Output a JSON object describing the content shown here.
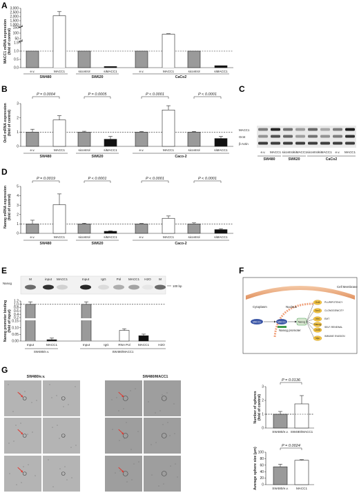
{
  "panels": {
    "A": {
      "label": "A",
      "ylabel": "MACC1 mRNA expression\n(fold of control)"
    },
    "B": {
      "label": "B",
      "ylabel": "Oct4 mRNA expression\n(fold of control)"
    },
    "C": {
      "label": "C"
    },
    "D": {
      "label": "D",
      "ylabel": "Nanog mRNA expression\n(fold of control)"
    },
    "E": {
      "label": "E",
      "ylabel": "Nanog promoter binding\n(fold of input)"
    },
    "F": {
      "label": "F"
    },
    "G": {
      "label": "G"
    }
  },
  "chart_data": [
    {
      "id": "A",
      "type": "bar",
      "categories": [
        "e.v.",
        "MACC1",
        "sicontrol",
        "siMACC1",
        "e.v.",
        "MACC1",
        "sicontrol",
        "siMACC1"
      ],
      "groups": [
        "SW480",
        "SW620",
        "CaCo2"
      ],
      "values": [
        1.0,
        2100,
        1.0,
        0.07,
        1.0,
        90,
        1.0,
        0.12
      ],
      "colors": [
        "gray",
        "white",
        "gray",
        "black",
        "gray",
        "white",
        "gray",
        "black"
      ],
      "yticks_low": [
        "0.0",
        "0.5",
        "1.0",
        "1.5"
      ],
      "yticks_high": [
        "50",
        "100",
        "150",
        "1,000",
        "1,500",
        "2,000",
        "2,500",
        "3,000"
      ]
    },
    {
      "id": "B",
      "type": "bar",
      "categories": [
        "e.v.",
        "MACC1",
        "sicontrol",
        "siMACC1",
        "e.v.",
        "MACC1",
        "sicontrol",
        "siMACC1"
      ],
      "groups": [
        "SW480",
        "SW620",
        "Caco-2"
      ],
      "values": [
        1.0,
        1.85,
        1.0,
        0.5,
        1.0,
        2.55,
        1.0,
        0.55
      ],
      "errors": [
        0.2,
        0.3,
        0.06,
        0.2,
        0.04,
        0.3,
        0.05,
        0.15
      ],
      "colors": [
        "gray",
        "white",
        "gray",
        "black",
        "gray",
        "white",
        "gray",
        "black"
      ],
      "yticks": [
        "0",
        "1",
        "2",
        "3"
      ],
      "ylim": [
        0,
        3
      ],
      "pvalues": [
        "P = 0.0004",
        "P = 0.0005",
        "P < 0.0001",
        "P < 0.0001"
      ]
    },
    {
      "id": "D",
      "type": "bar",
      "categories": [
        "e.v.",
        "MACC1",
        "sicontrol",
        "siMACC1",
        "e.v.",
        "MACC1",
        "sicontrol",
        "siMACC1"
      ],
      "groups": [
        "SW480",
        "SW620",
        "Caco-2"
      ],
      "values": [
        1.0,
        3.05,
        1.0,
        0.22,
        1.0,
        1.6,
        1.0,
        0.4
      ],
      "errors": [
        0.4,
        1.15,
        0.08,
        0.05,
        0.05,
        0.25,
        0.12,
        0.1
      ],
      "colors": [
        "gray",
        "white",
        "gray",
        "black",
        "gray",
        "white",
        "gray",
        "black"
      ],
      "yticks": [
        "0",
        "1",
        "2",
        "3",
        "4",
        "5"
      ],
      "ylim": [
        0,
        5
      ],
      "pvalues": [
        "P = 0.0019",
        "P < 0.0001",
        "P < 0.0001",
        "P < 0.0001"
      ]
    },
    {
      "id": "E",
      "type": "bar",
      "categories": [
        "Input",
        "MACC1",
        "Input",
        "IgG",
        "RNA Pol",
        "MACC1",
        "H2O"
      ],
      "groups": [
        "SW480/e.v.",
        "SW480/MACC1"
      ],
      "values": [
        1.0,
        0.01,
        1.0,
        0.0,
        0.08,
        0.04,
        0.0
      ],
      "colors": [
        "gray",
        "black",
        "gray",
        "white",
        "white",
        "black",
        "white"
      ],
      "yticks": [
        "0.00",
        "0.05",
        "0.10",
        "0.15",
        "0.2",
        "0.4",
        "0.6",
        "0.8",
        "1.0",
        "1.2"
      ]
    },
    {
      "id": "G1",
      "type": "bar",
      "categories": [
        "SW480/e.v.",
        "SW480/MACC1"
      ],
      "values": [
        1.0,
        1.75
      ],
      "errors": [
        0.2,
        0.6
      ],
      "colors": [
        "gray",
        "white"
      ],
      "ylabel": "Number of spheres\n(fold of control)",
      "yticks": [
        "0",
        "1",
        "2",
        "3"
      ],
      "ylim": [
        0,
        3
      ],
      "pvalue": "P = 0.0136"
    },
    {
      "id": "G2",
      "type": "bar",
      "categories": [
        "SW480/e.v.",
        "MACC1"
      ],
      "values": [
        55,
        75
      ],
      "errors": [
        8,
        2
      ],
      "colors": [
        "gray",
        "white"
      ],
      "ylabel": "Average sphere size (µm)",
      "yticks": [
        "0",
        "20",
        "40",
        "60",
        "80",
        "100"
      ],
      "ylim": [
        0,
        100
      ],
      "pvalue": "P = 0.0024"
    }
  ],
  "blot_C": {
    "rows": [
      "MACC1",
      "Oct4",
      "β-Actin"
    ],
    "lanes": [
      "e.v.",
      "MACC1",
      "sicontrol",
      "siMACC1",
      "sicontrol",
      "siMACC1",
      "e.v.",
      "MACC1"
    ],
    "groups": [
      "SW480",
      "SW620",
      "CaCo2"
    ]
  },
  "blot_E": {
    "row": "Nanog",
    "lanes": [
      "M",
      "input",
      "MACC1",
      "Input",
      "IgG",
      "Pol",
      "MACC1",
      "H2O",
      "M"
    ],
    "size": "100 bp"
  },
  "diagram_F": {
    "cell_membrane": "Cell Membrane",
    "cytoplasm": "Cytoplasm",
    "nucleus": "Nucleus",
    "macc1": "MACC1",
    "complex": "MACC1",
    "promoter": "Nanog promoter",
    "nanog": "Nanog",
    "targets": [
      "Oct4",
      "Sox2",
      "Klf4",
      "Nanog",
      "Lin28",
      "Myc"
    ],
    "outcomes": [
      "PLURIPOTENCY",
      "CLONOGENICITY",
      "EMT",
      "SELF-RENEWAL",
      "IMMUNE EVASION"
    ]
  },
  "microscopy_G": {
    "left": "SW480/e.v.",
    "right": "SW480/MACC1"
  }
}
